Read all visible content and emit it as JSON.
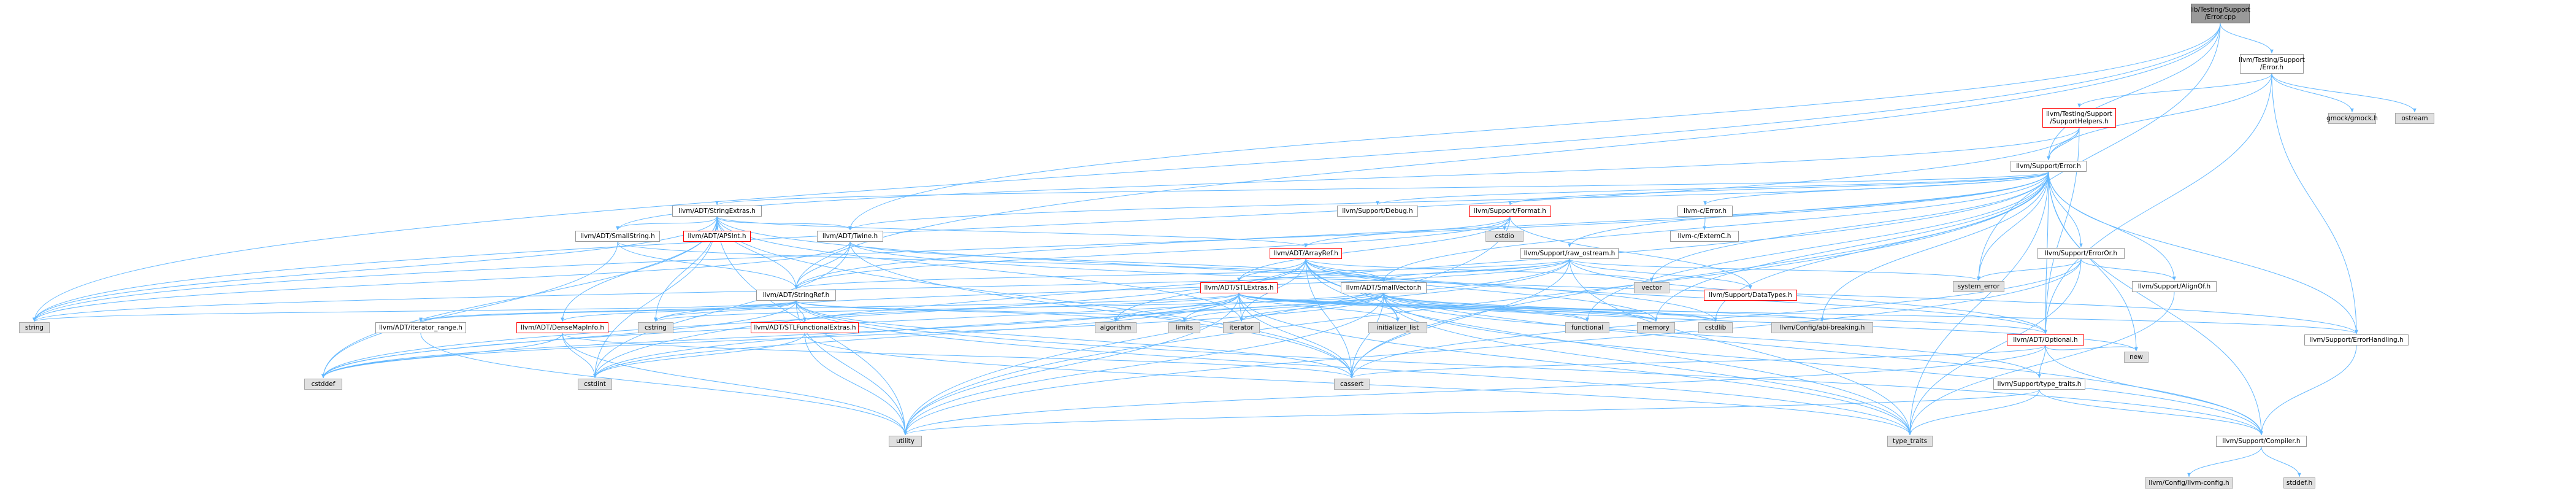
{
  "colors": {
    "edge": "#63b8ff",
    "box_border": "#999999",
    "box_red": "#ff0000",
    "sys_fill": "#e0e0e0",
    "root_fill": "#999999"
  },
  "nodes": [
    {
      "id": "root",
      "label": "lib/Testing/Support\n/Error.cpp",
      "kind": "root"
    },
    {
      "id": "testing_error",
      "label": "llvm/Testing/Support\n/Error.h",
      "kind": "plain"
    },
    {
      "id": "support_helpers",
      "label": "llvm/Testing/Support\n/SupportHelpers.h",
      "kind": "red"
    },
    {
      "id": "gmock",
      "label": "gmock/gmock.h",
      "kind": "sys"
    },
    {
      "id": "ostream",
      "label": "ostream",
      "kind": "sys"
    },
    {
      "id": "support_error",
      "label": "llvm/Support/Error.h",
      "kind": "plain"
    },
    {
      "id": "stringextras",
      "label": "llvm/ADT/StringExtras.h",
      "kind": "plain"
    },
    {
      "id": "debug",
      "label": "llvm/Support/Debug.h",
      "kind": "plain"
    },
    {
      "id": "format",
      "label": "llvm/Support/Format.h",
      "kind": "red"
    },
    {
      "id": "c_error",
      "label": "llvm-c/Error.h",
      "kind": "plain"
    },
    {
      "id": "externc",
      "label": "llvm-c/ExternC.h",
      "kind": "plain"
    },
    {
      "id": "cstdio",
      "label": "cstdio",
      "kind": "sys"
    },
    {
      "id": "smallstring",
      "label": "llvm/ADT/SmallString.h",
      "kind": "plain"
    },
    {
      "id": "apsint",
      "label": "llvm/ADT/APSInt.h",
      "kind": "red"
    },
    {
      "id": "twine",
      "label": "llvm/ADT/Twine.h",
      "kind": "plain"
    },
    {
      "id": "arrayref",
      "label": "llvm/ADT/ArrayRef.h",
      "kind": "red"
    },
    {
      "id": "raw_ostream",
      "label": "llvm/Support/raw_ostream.h",
      "kind": "plain"
    },
    {
      "id": "erroror",
      "label": "llvm/Support/ErrorOr.h",
      "kind": "plain"
    },
    {
      "id": "stlextras",
      "label": "llvm/ADT/STLExtras.h",
      "kind": "red"
    },
    {
      "id": "smallvector",
      "label": "llvm/ADT/SmallVector.h",
      "kind": "plain"
    },
    {
      "id": "vector",
      "label": "vector",
      "kind": "sys"
    },
    {
      "id": "datatypes",
      "label": "llvm/Support/DataTypes.h",
      "kind": "red"
    },
    {
      "id": "system_error",
      "label": "system_error",
      "kind": "sys"
    },
    {
      "id": "alignof",
      "label": "llvm/Support/AlignOf.h",
      "kind": "plain"
    },
    {
      "id": "stringref",
      "label": "llvm/ADT/StringRef.h",
      "kind": "plain"
    },
    {
      "id": "string",
      "label": "string",
      "kind": "sys"
    },
    {
      "id": "iterator_range",
      "label": "llvm/ADT/iterator_range.h",
      "kind": "plain"
    },
    {
      "id": "densemapinfo",
      "label": "llvm/ADT/DenseMapInfo.h",
      "kind": "red"
    },
    {
      "id": "cstring",
      "label": "cstring",
      "kind": "sys"
    },
    {
      "id": "stlfunctional",
      "label": "llvm/ADT/STLFunctionalExtras.h",
      "kind": "red"
    },
    {
      "id": "algorithm",
      "label": "algorithm",
      "kind": "sys"
    },
    {
      "id": "limits",
      "label": "limits",
      "kind": "sys"
    },
    {
      "id": "iterator",
      "label": "iterator",
      "kind": "sys"
    },
    {
      "id": "initializer_list",
      "label": "initializer_list",
      "kind": "sys"
    },
    {
      "id": "functional",
      "label": "functional",
      "kind": "sys"
    },
    {
      "id": "memory",
      "label": "memory",
      "kind": "sys"
    },
    {
      "id": "cstdlib",
      "label": "cstdlib",
      "kind": "sys"
    },
    {
      "id": "abi_breaking",
      "label": "llvm/Config/abi-breaking.h",
      "kind": "sys"
    },
    {
      "id": "optional",
      "label": "llvm/ADT/Optional.h",
      "kind": "red"
    },
    {
      "id": "new",
      "label": "new",
      "kind": "sys"
    },
    {
      "id": "errorhandling",
      "label": "llvm/Support/ErrorHandling.h",
      "kind": "plain"
    },
    {
      "id": "cstddef",
      "label": "cstddef",
      "kind": "sys"
    },
    {
      "id": "cstdint",
      "label": "cstdint",
      "kind": "sys"
    },
    {
      "id": "cassert",
      "label": "cassert",
      "kind": "sys"
    },
    {
      "id": "type_traits_h",
      "label": "llvm/Support/type_traits.h",
      "kind": "plain"
    },
    {
      "id": "utility",
      "label": "utility",
      "kind": "sys"
    },
    {
      "id": "type_traits",
      "label": "type_traits",
      "kind": "sys"
    },
    {
      "id": "compiler",
      "label": "llvm/Support/Compiler.h",
      "kind": "plain"
    },
    {
      "id": "llvm_config",
      "label": "llvm/Config/llvm-config.h",
      "kind": "sys"
    },
    {
      "id": "stddef",
      "label": "stddef.h",
      "kind": "sys"
    }
  ],
  "edges": [
    [
      "root",
      "testing_error"
    ],
    [
      "root",
      "support_error"
    ],
    [
      "root",
      "twine"
    ],
    [
      "root",
      "stringref"
    ],
    [
      "root",
      "system_error"
    ],
    [
      "root",
      "string"
    ],
    [
      "testing_error",
      "support_helpers"
    ],
    [
      "testing_error",
      "gmock"
    ],
    [
      "testing_error",
      "ostream"
    ],
    [
      "testing_error",
      "support_error"
    ],
    [
      "testing_error",
      "errorhandling"
    ],
    [
      "testing_error",
      "optional"
    ],
    [
      "support_helpers",
      "support_error"
    ],
    [
      "support_helpers",
      "optional"
    ],
    [
      "support_helpers",
      "string"
    ],
    [
      "support_helpers",
      "smallstring"
    ],
    [
      "support_error",
      "c_error"
    ],
    [
      "support_error",
      "stringextras"
    ],
    [
      "support_error",
      "twine"
    ],
    [
      "support_error",
      "debug"
    ],
    [
      "support_error",
      "format"
    ],
    [
      "support_error",
      "raw_ostream"
    ],
    [
      "support_error",
      "erroror"
    ],
    [
      "support_error",
      "alignof"
    ],
    [
      "support_error",
      "errorhandling"
    ],
    [
      "support_error",
      "compiler"
    ],
    [
      "support_error",
      "abi_breaking"
    ],
    [
      "support_error",
      "cassert"
    ],
    [
      "support_error",
      "cstdint"
    ],
    [
      "support_error",
      "cstdlib"
    ],
    [
      "support_error",
      "functional"
    ],
    [
      "support_error",
      "memory"
    ],
    [
      "support_error",
      "new"
    ],
    [
      "support_error",
      "optional"
    ],
    [
      "support_error",
      "string"
    ],
    [
      "support_error",
      "system_error"
    ],
    [
      "support_error",
      "type_traits"
    ],
    [
      "support_error",
      "utility"
    ],
    [
      "support_error",
      "vector"
    ],
    [
      "support_error",
      "smallvector"
    ],
    [
      "support_error",
      "stringref"
    ],
    [
      "c_error",
      "externc"
    ],
    [
      "stringextras",
      "apsint"
    ],
    [
      "stringextras",
      "arrayref"
    ],
    [
      "stringextras",
      "smallstring"
    ],
    [
      "stringextras",
      "stringref"
    ],
    [
      "stringextras",
      "twine"
    ],
    [
      "stringextras",
      "iterator"
    ],
    [
      "stringextras",
      "cassert"
    ],
    [
      "stringextras",
      "cstddef"
    ],
    [
      "stringextras",
      "cstdint"
    ],
    [
      "stringextras",
      "cstdlib"
    ],
    [
      "stringextras",
      "cstring"
    ],
    [
      "stringextras",
      "string"
    ],
    [
      "stringextras",
      "utility"
    ],
    [
      "stringextras",
      "densemapinfo"
    ],
    [
      "format",
      "arrayref"
    ],
    [
      "format",
      "stringref"
    ],
    [
      "format",
      "cstdio"
    ],
    [
      "format",
      "tuple_sub"
    ],
    [
      "format",
      "datatypes"
    ],
    [
      "format",
      "stlextras"
    ],
    [
      "format",
      "utility"
    ],
    [
      "smallstring",
      "smallvector"
    ],
    [
      "smallstring",
      "stringref"
    ],
    [
      "smallstring",
      "cstddef"
    ],
    [
      "twine",
      "smallvector"
    ],
    [
      "twine",
      "stringref"
    ],
    [
      "twine",
      "errorhandling"
    ],
    [
      "twine",
      "cassert"
    ],
    [
      "twine",
      "cstdint"
    ],
    [
      "twine",
      "string"
    ],
    [
      "arrayref",
      "stlextras"
    ],
    [
      "arrayref",
      "smallvector"
    ],
    [
      "arrayref",
      "compiler"
    ],
    [
      "arrayref",
      "algorithm"
    ],
    [
      "arrayref",
      "array_sub"
    ],
    [
      "arrayref",
      "cassert"
    ],
    [
      "arrayref",
      "cstddef"
    ],
    [
      "arrayref",
      "initializer_list"
    ],
    [
      "arrayref",
      "iterator"
    ],
    [
      "arrayref",
      "memory"
    ],
    [
      "arrayref",
      "type_traits"
    ],
    [
      "arrayref",
      "vector"
    ],
    [
      "arrayref",
      "optional"
    ],
    [
      "raw_ostream",
      "stringref"
    ],
    [
      "raw_ostream",
      "datatypes"
    ],
    [
      "raw_ostream",
      "cassert"
    ],
    [
      "raw_ostream",
      "cstddef"
    ],
    [
      "raw_ostream",
      "cstdint"
    ],
    [
      "raw_ostream",
      "cstring"
    ],
    [
      "raw_ostream",
      "string"
    ],
    [
      "raw_ostream",
      "system_error"
    ],
    [
      "raw_ostream",
      "type_traits"
    ],
    [
      "raw_ostream",
      "smallvector"
    ],
    [
      "raw_ostream",
      "optional"
    ],
    [
      "erroror",
      "alignof"
    ],
    [
      "erroror",
      "cassert"
    ],
    [
      "erroror",
      "system_error"
    ],
    [
      "erroror",
      "type_traits"
    ],
    [
      "erroror",
      "utility"
    ],
    [
      "stlextras",
      "stlfunctional"
    ],
    [
      "stlextras",
      "iterator_range"
    ],
    [
      "stlextras",
      "abi_breaking"
    ],
    [
      "stlextras",
      "errorhandling"
    ],
    [
      "stlextras",
      "algorithm"
    ],
    [
      "stlextras",
      "cassert"
    ],
    [
      "stlextras",
      "cstddef"
    ],
    [
      "stlextras",
      "cstdint"
    ],
    [
      "stlextras",
      "cstdlib"
    ],
    [
      "stlextras",
      "functional"
    ],
    [
      "stlextras",
      "initializer_list"
    ],
    [
      "stlextras",
      "iterator"
    ],
    [
      "stlextras",
      "limits"
    ],
    [
      "stlextras",
      "memory"
    ],
    [
      "stlextras",
      "tuple_sub"
    ],
    [
      "stlextras",
      "type_traits"
    ],
    [
      "stlextras",
      "utility"
    ],
    [
      "stlextras",
      "optional"
    ],
    [
      "smallvector",
      "compiler"
    ],
    [
      "smallvector",
      "type_traits_h"
    ],
    [
      "smallvector",
      "algorithm"
    ],
    [
      "smallvector",
      "cassert"
    ],
    [
      "smallvector",
      "cstddef"
    ],
    [
      "smallvector",
      "cstdlib"
    ],
    [
      "smallvector",
      "cstring"
    ],
    [
      "smallvector",
      "functional"
    ],
    [
      "smallvector",
      "initializer_list"
    ],
    [
      "smallvector",
      "iterator"
    ],
    [
      "smallvector",
      "limits"
    ],
    [
      "smallvector",
      "memory"
    ],
    [
      "smallvector",
      "new"
    ],
    [
      "smallvector",
      "type_traits"
    ],
    [
      "smallvector",
      "utility"
    ],
    [
      "alignof",
      "type_traits"
    ],
    [
      "stringref",
      "densemapinfo"
    ],
    [
      "stringref",
      "stlfunctional"
    ],
    [
      "stringref",
      "iterator_range"
    ],
    [
      "stringref",
      "compiler"
    ],
    [
      "stringref",
      "algorithm"
    ],
    [
      "stringref",
      "cassert"
    ],
    [
      "stringref",
      "cstddef"
    ],
    [
      "stringref",
      "cstring"
    ],
    [
      "stringref",
      "limits"
    ],
    [
      "stringref",
      "string"
    ],
    [
      "stringref",
      "type_traits"
    ],
    [
      "stringref",
      "utility"
    ],
    [
      "iterator_range",
      "utility"
    ],
    [
      "densemapinfo",
      "cassert"
    ],
    [
      "densemapinfo",
      "cstddef"
    ],
    [
      "densemapinfo",
      "cstdint"
    ],
    [
      "densemapinfo",
      "utility"
    ],
    [
      "stlfunctional",
      "cstdint"
    ],
    [
      "stlfunctional",
      "type_traits"
    ],
    [
      "stlfunctional",
      "utility"
    ],
    [
      "optional",
      "compiler"
    ],
    [
      "optional",
      "type_traits_h"
    ],
    [
      "optional",
      "cassert"
    ],
    [
      "optional",
      "new"
    ],
    [
      "optional",
      "utility"
    ],
    [
      "errorhandling",
      "compiler"
    ],
    [
      "type_traits_h",
      "compiler"
    ],
    [
      "type_traits_h",
      "type_traits"
    ],
    [
      "type_traits_h",
      "utility"
    ],
    [
      "compiler",
      "llvm_config"
    ],
    [
      "compiler",
      "stddef"
    ]
  ]
}
